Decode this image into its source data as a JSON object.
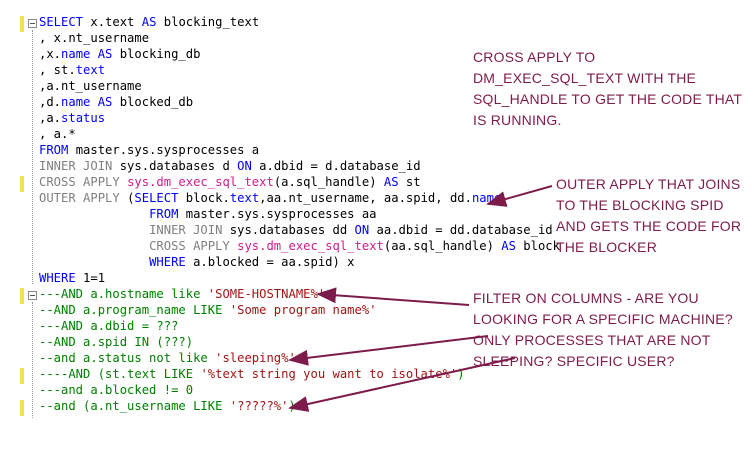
{
  "code_lines": [
    [
      {
        "t": "SELECT ",
        "c": "kw"
      },
      {
        "t": "x.text ",
        "c": ""
      },
      {
        "t": "AS ",
        "c": "kw"
      },
      {
        "t": "blocking_text",
        "c": ""
      }
    ],
    [
      {
        "t": ", x.nt_username",
        "c": ""
      }
    ],
    [
      {
        "t": ",x.",
        "c": ""
      },
      {
        "t": "name ",
        "c": "kw"
      },
      {
        "t": "AS ",
        "c": "kw"
      },
      {
        "t": "blocking_db",
        "c": ""
      }
    ],
    [
      {
        "t": ", st.",
        "c": ""
      },
      {
        "t": "text",
        "c": "kw"
      }
    ],
    [
      {
        "t": ",a.nt_username",
        "c": ""
      }
    ],
    [
      {
        "t": ",d.",
        "c": ""
      },
      {
        "t": "name ",
        "c": "kw"
      },
      {
        "t": "AS ",
        "c": "kw"
      },
      {
        "t": "blocked_db",
        "c": ""
      }
    ],
    [
      {
        "t": ",a.",
        "c": ""
      },
      {
        "t": "status",
        "c": "kw"
      }
    ],
    [
      {
        "t": ", a.*",
        "c": ""
      }
    ],
    [
      {
        "t": "FROM ",
        "c": "kw"
      },
      {
        "t": "master.sys.sysprocesses a",
        "c": ""
      }
    ],
    [
      {
        "t": "INNER JOIN ",
        "c": "gr"
      },
      {
        "t": "sys.databases d ",
        "c": ""
      },
      {
        "t": "ON ",
        "c": "kw"
      },
      {
        "t": "a.dbid = d.database_id",
        "c": ""
      }
    ],
    [
      {
        "t": "CROSS APPLY ",
        "c": "gr"
      },
      {
        "t": "sys.dm_exec_sql_text",
        "c": "fn"
      },
      {
        "t": "(a.sql_handle) ",
        "c": ""
      },
      {
        "t": "AS ",
        "c": "kw"
      },
      {
        "t": "st",
        "c": ""
      }
    ],
    [
      {
        "t": "OUTER APPLY ",
        "c": "gr"
      },
      {
        "t": "(",
        "c": ""
      },
      {
        "t": "SELECT ",
        "c": "kw"
      },
      {
        "t": "block.",
        "c": ""
      },
      {
        "t": "text",
        "c": "kw"
      },
      {
        "t": ",aa.nt_username, aa.spid, dd.",
        "c": ""
      },
      {
        "t": "name",
        "c": "kw"
      }
    ],
    [
      {
        "t": "               ",
        "c": ""
      },
      {
        "t": "FROM ",
        "c": "kw"
      },
      {
        "t": "master.sys.sysprocesses aa",
        "c": ""
      }
    ],
    [
      {
        "t": "               ",
        "c": ""
      },
      {
        "t": "INNER JOIN ",
        "c": "gr"
      },
      {
        "t": "sys.databases dd ",
        "c": ""
      },
      {
        "t": "ON ",
        "c": "kw"
      },
      {
        "t": "aa.dbid = dd.database_id",
        "c": ""
      }
    ],
    [
      {
        "t": "               ",
        "c": ""
      },
      {
        "t": "CROSS APPLY ",
        "c": "gr"
      },
      {
        "t": "sys.dm_exec_sql_text",
        "c": "fn"
      },
      {
        "t": "(aa.sql_handle) ",
        "c": ""
      },
      {
        "t": "AS ",
        "c": "kw"
      },
      {
        "t": "block",
        "c": ""
      }
    ],
    [
      {
        "t": "               ",
        "c": ""
      },
      {
        "t": "WHERE ",
        "c": "kw"
      },
      {
        "t": "a.blocked = aa.spid) x",
        "c": ""
      }
    ],
    [
      {
        "t": "WHERE ",
        "c": "kw"
      },
      {
        "t": "1=1",
        "c": ""
      }
    ],
    [
      {
        "t": "---AND a.hostname like ",
        "c": "cm"
      },
      {
        "t": "'SOME-HOSTNAME%'",
        "c": "str"
      }
    ],
    [
      {
        "t": "--AND a.program_name LIKE ",
        "c": "cm"
      },
      {
        "t": "'Some program name%'",
        "c": "str"
      }
    ],
    [
      {
        "t": "---AND a.dbid = ???",
        "c": "cm"
      }
    ],
    [
      {
        "t": "--AND a.spid IN (???)",
        "c": "cm"
      }
    ],
    [
      {
        "t": "--and a.status not like ",
        "c": "cm"
      },
      {
        "t": "'sleeping%'",
        "c": "str"
      }
    ],
    [
      {
        "t": "----AND (st.text LIKE ",
        "c": "cm"
      },
      {
        "t": "'%text string you want to isolate%'",
        "c": "str"
      },
      {
        "t": ")",
        "c": "cm"
      }
    ],
    [
      {
        "t": "---and a.blocked != 0",
        "c": "cm"
      }
    ],
    [
      {
        "t": "--and (a.nt_username LIKE ",
        "c": "cm"
      },
      {
        "t": "'?????%'",
        "c": "str"
      },
      {
        "t": ")",
        "c": "cm"
      }
    ]
  ],
  "annotations": {
    "cross_apply": [
      "CROSS APPLY TO",
      "DM_EXEC_SQL_TEXT WITH THE",
      "SQL_HANDLE TO GET THE CODE THAT",
      "IS RUNNING."
    ],
    "outer_apply": [
      "OUTER APPLY THAT JOINS",
      "TO THE BLOCKING SPID",
      "AND GETS THE CODE FOR",
      "THE BLOCKER"
    ],
    "filters": [
      "FILTER ON COLUMNS - ARE YOU",
      "LOOKING FOR A SPECIFIC MACHINE?",
      "ONLY PROCESSES THAT ARE NOT",
      "SLEEPING? SPECIFIC USER?"
    ]
  },
  "colors": {
    "keyword": "#0000ff",
    "function": "#d11c8a",
    "join_keyword": "#808080",
    "string": "#a31515",
    "comment": "#008000",
    "annotation": "#7d1c4a",
    "change_marker": "#f2e05a"
  }
}
